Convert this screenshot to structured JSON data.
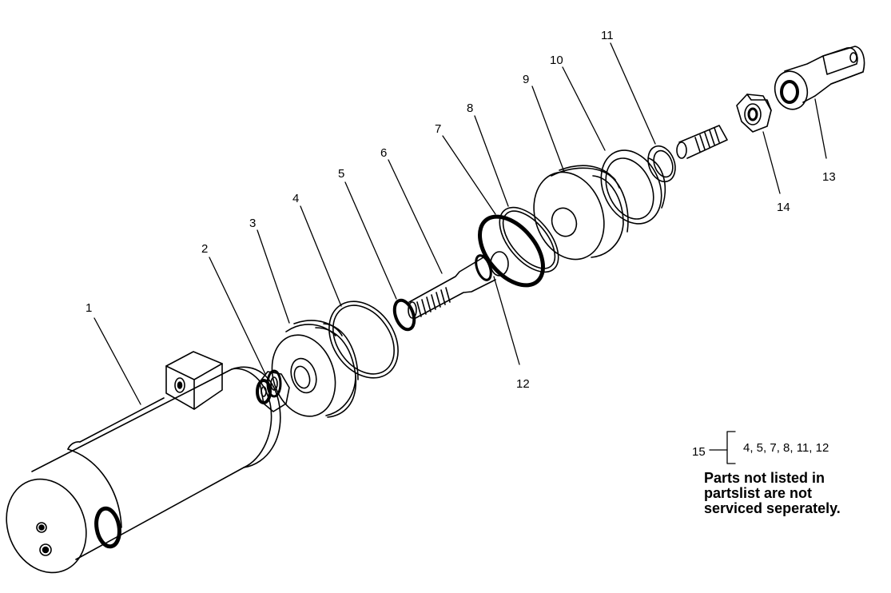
{
  "callouts": {
    "p1": "1",
    "p2": "2",
    "p3": "3",
    "p4": "4",
    "p5": "5",
    "p6": "6",
    "p7": "7",
    "p8": "8",
    "p9": "9",
    "p10": "10",
    "p11": "11",
    "p12": "12",
    "p13": "13",
    "p14": "14",
    "p15": "15"
  },
  "kit": {
    "number": "15",
    "contents": "4, 5, 7, 8, 11, 12"
  },
  "note": {
    "line1": "Parts not listed in",
    "line2": "partslist are not",
    "line3": "serviced seperately."
  }
}
